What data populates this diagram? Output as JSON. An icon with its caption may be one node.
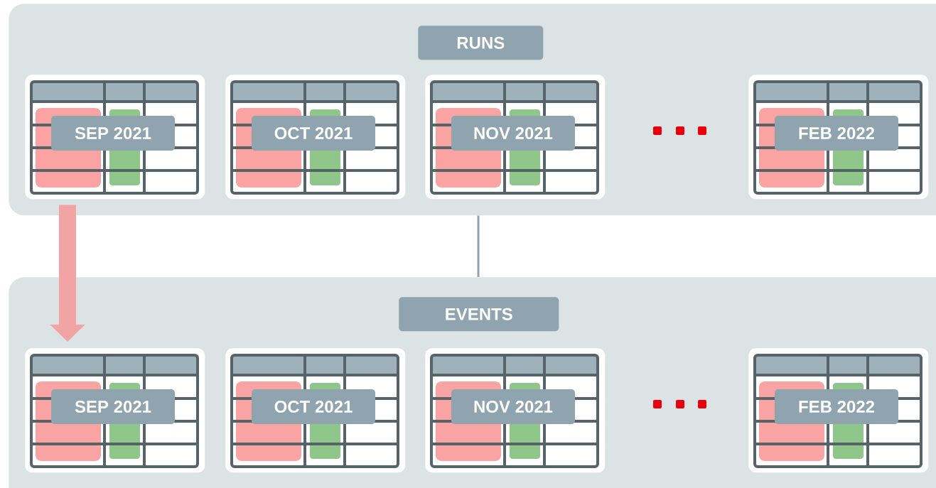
{
  "diagram": {
    "nodes": [
      {
        "text": [],
        "shape": "band"
      },
      {
        "text": [
          "RUNS"
        ],
        "in": 0
      },
      {
        "text": [
          "SEP 2021"
        ],
        "in": 0
      },
      {
        "text": [
          "OCT 2021"
        ],
        "in": 0
      },
      {
        "text": [
          "NOV 2021"
        ],
        "in": 0
      },
      {
        "text": [
          "FEB 2022"
        ],
        "in": 0
      },
      {
        "text": [],
        "shape": "band"
      },
      {
        "text": [
          "EVENTS"
        ],
        "in": 6
      },
      {
        "text": [
          "SEP 2021"
        ],
        "in": 6
      },
      {
        "text": [
          "OCT 2021"
        ],
        "in": 6
      },
      {
        "text": [
          "NOV 2021"
        ],
        "in": 6
      },
      {
        "text": [
          "FEB 2022"
        ],
        "in": 6
      }
    ],
    "edges": [
      {
        "from": 0,
        "to": 6,
        "arrow": "none"
      },
      {
        "from": 2,
        "to": 8,
        "arrow": "to",
        "style": "thick",
        "color": "#f2a3a3"
      }
    ]
  }
}
